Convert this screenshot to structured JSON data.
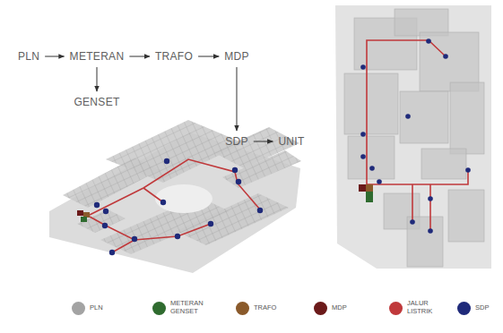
{
  "diagram": {
    "nodes": [
      {
        "text": [
          "PLN"
        ]
      },
      {
        "text": [
          "METERAN"
        ]
      },
      {
        "text": [
          "TRAFO"
        ]
      },
      {
        "text": [
          "MDP"
        ]
      },
      {
        "text": [
          "GENSET"
        ]
      },
      {
        "text": [
          "SDP"
        ]
      },
      {
        "text": [
          "UNIT"
        ]
      }
    ],
    "edges": [
      {
        "from": 0,
        "to": 1,
        "arrow": "to"
      },
      {
        "from": 1,
        "to": 2,
        "arrow": "to"
      },
      {
        "from": 2,
        "to": 3,
        "arrow": "to"
      },
      {
        "from": 1,
        "to": 4,
        "arrow": "to"
      },
      {
        "from": 3,
        "to": 5,
        "arrow": "to"
      },
      {
        "from": 5,
        "to": 6,
        "arrow": "to"
      }
    ],
    "legend": [
      {
        "text": "PLN",
        "color": "#a3a3a3"
      },
      {
        "text": "METERAN GENSET",
        "color": "#2f6b2f"
      },
      {
        "text": "TRAFO",
        "color": "#8a5a2b"
      },
      {
        "text": "MDP",
        "color": "#6b1a1a"
      },
      {
        "text": "JALUR LISTRIK",
        "color": "#c0393b"
      },
      {
        "text": "SDP",
        "color": "#1f2a7a"
      }
    ]
  }
}
